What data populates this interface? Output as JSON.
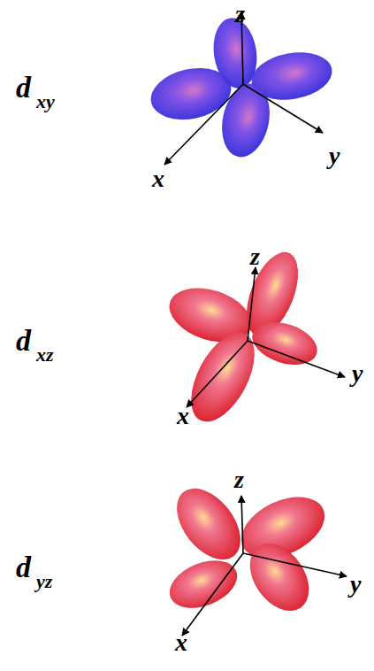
{
  "diagram": {
    "labels": [
      "d",
      "xy",
      "z",
      "y",
      "x",
      "d",
      "xz",
      "z",
      "y",
      "x",
      "d",
      "yz",
      "z",
      "y",
      "x"
    ]
  }
}
